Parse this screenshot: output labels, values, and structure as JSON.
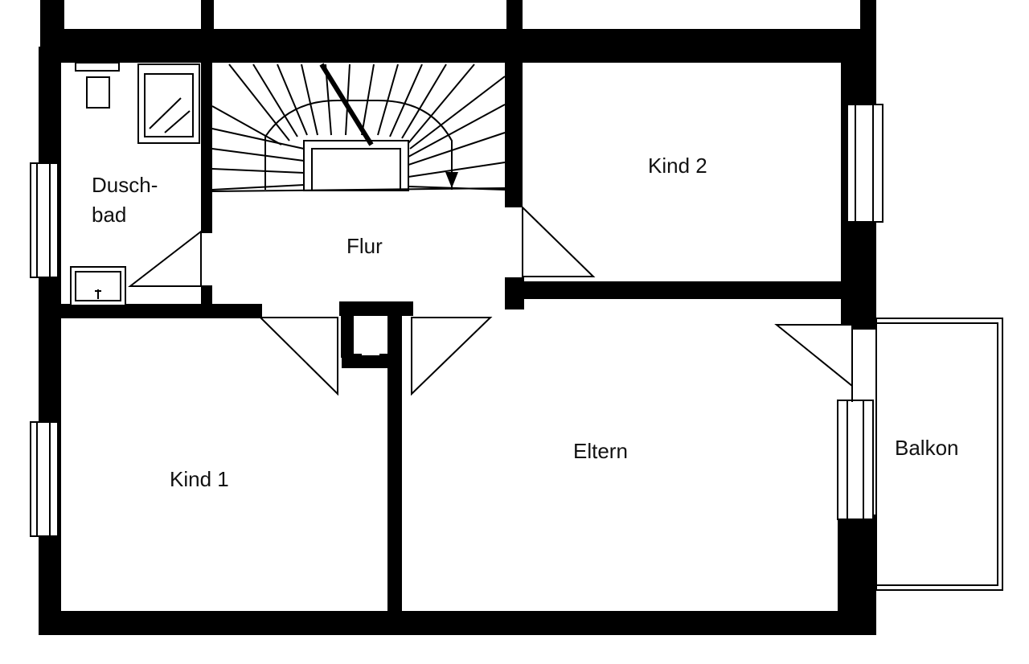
{
  "rooms": {
    "bath_line1": "Dusch-",
    "bath_line2": "bad",
    "hall": "Flur",
    "kid2": "Kind 2",
    "kid1": "Kind 1",
    "parents": "Eltern",
    "balcony": "Balkon"
  },
  "colors": {
    "wall": "#000000",
    "background": "#ffffff",
    "label": "#111111"
  }
}
